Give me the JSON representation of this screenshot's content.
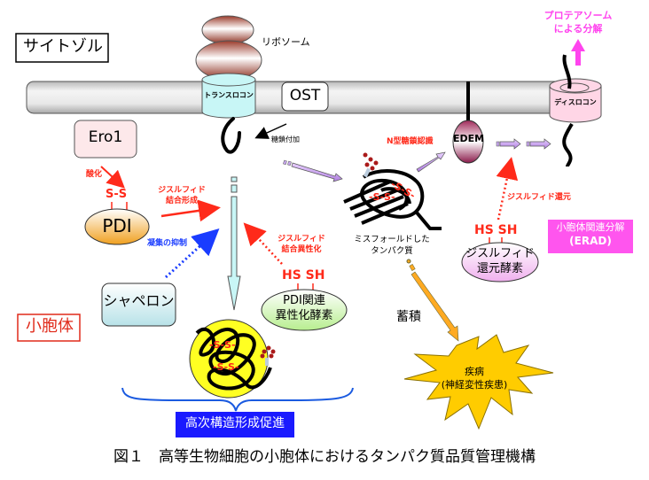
{
  "compartments": {
    "cytosol": "サイトゾル",
    "er": "小胞体"
  },
  "membrane": {
    "ribosome": "リボソーム",
    "translocon": "トランスロコン",
    "ost": "OST",
    "edem": "EDEM",
    "dislocon": "ディスロコン"
  },
  "enzymes": {
    "ero1": "Ero1",
    "pdi": "PDI",
    "pdi_bond": "S-S",
    "chaperone": "シャペロン",
    "pdi_family_line1": "PDI関連",
    "pdi_family_line2": "異性化酵素",
    "pdi_family_thiol": "HS SH",
    "reductase_line1": "ジスルフィド",
    "reductase_line2": "還元酵素",
    "reductase_thiol": "HS SH"
  },
  "annotations": {
    "glycosylation": "糖鎖付加",
    "oxidation": "酸化",
    "disulfide_formation_line1": "ジスルフィド",
    "disulfide_formation_line2": "結合形成",
    "aggregation_suppression": "凝集の抑制",
    "disulfide_isomerization_line1": "ジスルフィド",
    "disulfide_isomerization_line2": "結合異性化",
    "n_glycan_recognition": "N型糖鎖認識",
    "disulfide_reduction": "ジスルフィド還元",
    "misfolded_line1": "ミスフォールドした",
    "misfolded_line2": "タンパク質",
    "accumulation": "蓄積",
    "proteasome_line1": "プロテアソーム",
    "proteasome_line2": "による分解",
    "ss_mark": "-S-S-"
  },
  "badges": {
    "erad_line1": "小胞体関連分解",
    "erad_line2": "(ERAD)",
    "folding_promotion": "高次構造形成促進"
  },
  "disease": {
    "line1": "疾病",
    "line2": "(神経変性疾患)"
  },
  "caption": "図１　高等生物細胞の小胞体におけるタンパク質品質管理機構",
  "colors": {
    "red": "#ff2a1a",
    "magenta": "#ff44ee",
    "blue": "#1a3cff",
    "erad_bg": "#ff55ee",
    "folding_bg": "#1a1aff",
    "star": "#ffcc00",
    "translocon": "#c8f6f6",
    "dislocon": "#ffd6e6"
  }
}
